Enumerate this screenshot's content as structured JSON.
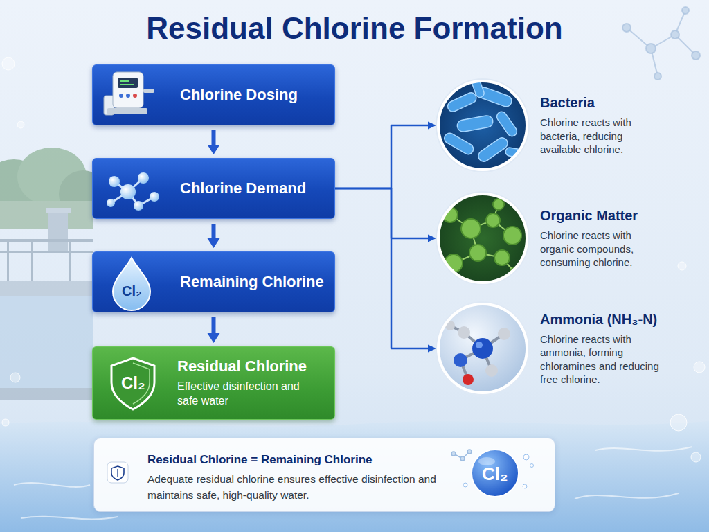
{
  "diagram": {
    "title": "Residual Chlorine Formation",
    "nodes": [
      {
        "text": [
          "Chlorine Dosing"
        ]
      },
      {
        "text": [
          "Chlorine Demand"
        ]
      },
      {
        "text": [
          "Remaining Chlorine"
        ]
      },
      {
        "text": [
          "Residual Chlorine",
          "Effective disinfection and safe water"
        ]
      },
      {
        "text": [
          "Bacteria",
          "Chlorine reacts with bacteria, reducing available chlorine."
        ]
      },
      {
        "text": [
          "Organic Matter",
          "Chlorine reacts with organic compounds, consuming chlorine."
        ]
      },
      {
        "text": [
          "Ammonia (NH₃-N)",
          "Chlorine reacts with ammonia, forming chloramines and reducing free chlorine."
        ]
      },
      {
        "text": [
          "Residual Chlorine = Remaining Chlorine",
          "Adequate residual chlorine ensures effective disinfection and maintains safe, high-quality water."
        ]
      }
    ],
    "edges": [
      {
        "from": 0,
        "to": 1,
        "arrow": "to"
      },
      {
        "from": 1,
        "to": 2,
        "arrow": "to"
      },
      {
        "from": 2,
        "to": 3,
        "arrow": "to"
      },
      {
        "from": 1,
        "to": 4,
        "arrow": "to"
      },
      {
        "from": 1,
        "to": 5,
        "arrow": "to"
      },
      {
        "from": 1,
        "to": 6,
        "arrow": "to"
      }
    ],
    "labels": [
      "Cl₂",
      "Cl₂",
      "Cl₂"
    ]
  }
}
